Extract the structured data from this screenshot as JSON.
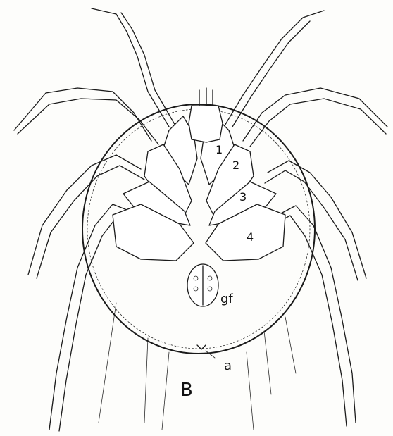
{
  "figure": {
    "panel_label": "B",
    "labels": {
      "coxa_1": "1",
      "coxa_2": "2",
      "coxa_3": "3",
      "coxa_4": "4",
      "genital_field": "gf",
      "anus": "a"
    }
  }
}
